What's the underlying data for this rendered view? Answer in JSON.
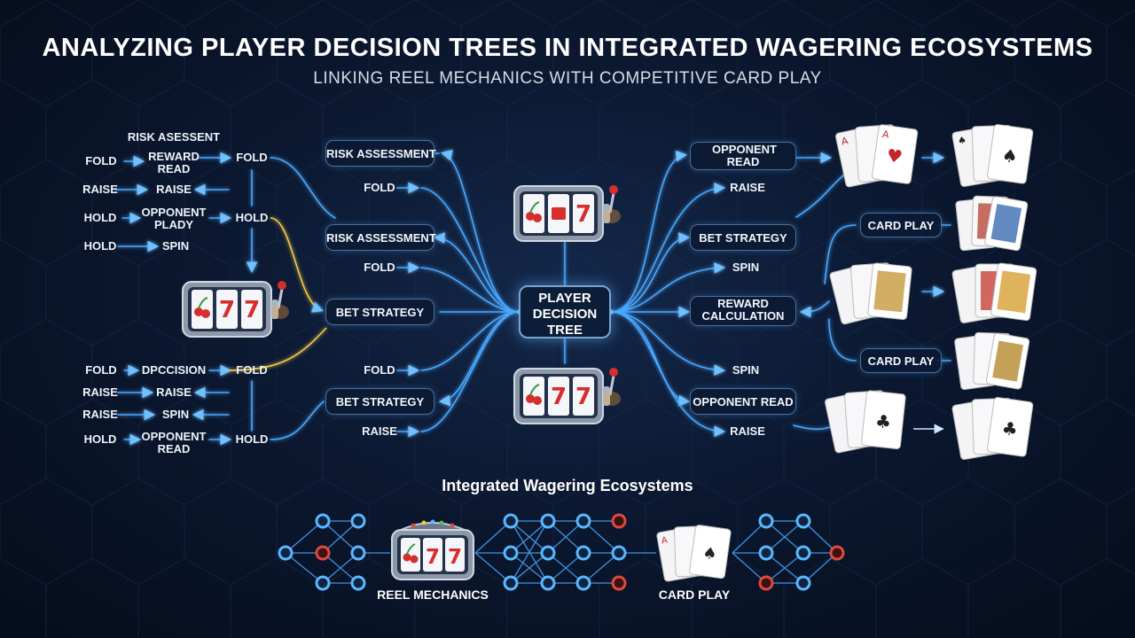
{
  "title": "ANALYZING PLAYER DECISION TREES IN INTEGRATED WAGERING ECOSYSTEMS",
  "subtitle": "LINKING REEL MECHANICS WITH COMPETITIVE CARD PLAY",
  "center": {
    "line1": "PLAYER",
    "line2": "DECISION",
    "line3": "TREE"
  },
  "left_tree": {
    "top_heading": "RISK ASESSENT",
    "labels": [
      "FOLD",
      "REWARD READ",
      "FOLD",
      "RAISE",
      "RAISE",
      "HOLD",
      "OPPONENT PLADY",
      "HOLD",
      "HOLD",
      "SPIN",
      "FOLD",
      "DPCCISION",
      "FOLD",
      "RAISE",
      "RAISE",
      "RAISE",
      "SPIN",
      "HOLD",
      "OPPONENT READ",
      "HOLD"
    ]
  },
  "mid_left": {
    "nodes": [
      "RISK ASSESSMENT",
      "RISK ASSESSMENT",
      "BET STRATEGY",
      "BET STRATEGY"
    ],
    "labels": [
      "FOLD",
      "FOLD",
      "FOLD",
      "RAISE"
    ]
  },
  "mid_right": {
    "nodes": [
      "OPPONENT READ",
      "BET STRATEGY",
      "REWARD CALCULATION",
      "OPPONENT READ"
    ],
    "labels": [
      "RAISE",
      "SPIN",
      "SPIN",
      "RAISE"
    ]
  },
  "card_nodes": [
    "CARD PLAY",
    "CARD PLAY"
  ],
  "slot_symbol": "7",
  "card_rank": "A",
  "bottom": {
    "title": "Integrated Wagering Ecosystems",
    "reel_label": "REEL MECHANICS",
    "card_label": "CARD PLAY"
  },
  "colors": {
    "wire_blue": "#4aa8ff",
    "wire_yellow": "#f3c74a",
    "chip_red": "#e0493d",
    "chip_blue": "#5ab8ff",
    "slot_red": "#d62d2d"
  }
}
